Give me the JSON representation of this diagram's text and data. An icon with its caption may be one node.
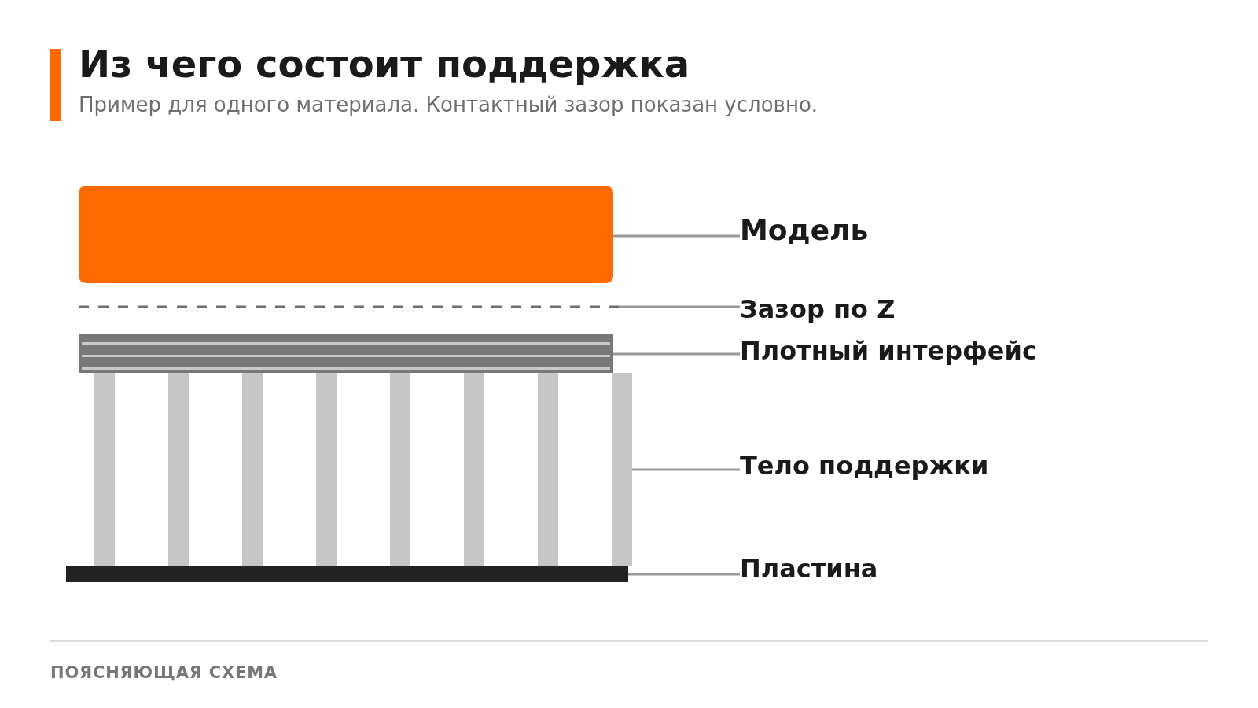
{
  "diagram": {
    "title": "Из чего состоит поддержка",
    "nodes": [
      {
        "text": [],
        "shape": "box"
      },
      {
        "text": [
          "Модель"
        ]
      },
      {
        "text": [],
        "shape": "line"
      },
      {
        "text": [
          "Зазор по Z"
        ]
      },
      {
        "text": [],
        "shape": "box"
      },
      {
        "text": [
          "Плотный интерфейс"
        ]
      },
      {
        "text": [],
        "shape": "bar"
      },
      {
        "text": [
          "Тело поддержки"
        ]
      },
      {
        "text": [],
        "shape": "bar"
      },
      {
        "text": [
          "Пластина"
        ]
      }
    ],
    "edges": [
      {
        "from": 1,
        "to": 0,
        "arrow": "none"
      },
      {
        "from": 3,
        "to": 2,
        "arrow": "none"
      },
      {
        "from": 5,
        "to": 4,
        "arrow": "none"
      },
      {
        "from": 7,
        "to": 6,
        "arrow": "none"
      },
      {
        "from": 9,
        "to": 8,
        "arrow": "none"
      }
    ],
    "labels": [
      "Пример для одного материала. Контактный зазор показан условно.",
      "ПОЯСНЯЮЩАЯ СХЕМА"
    ]
  }
}
